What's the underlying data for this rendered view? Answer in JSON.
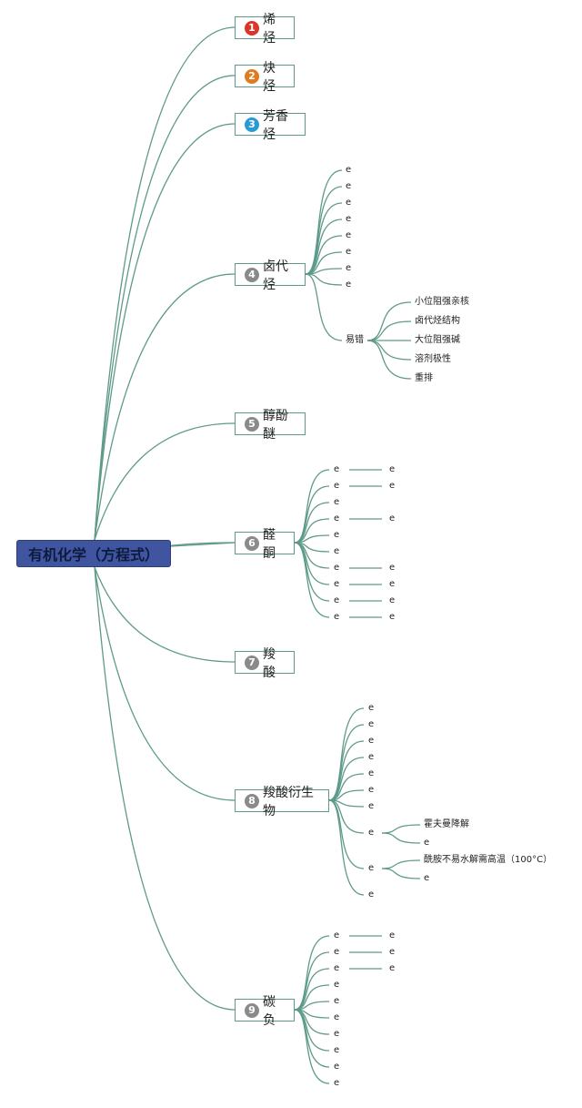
{
  "colors": {
    "edge": "#5e9a8a",
    "root_bg": "#3f55a0",
    "badge_red": "#d9352b",
    "badge_orange": "#e07b22",
    "badge_blue": "#2a9ad6",
    "badge_gray": "#8a8a8a"
  },
  "root": {
    "label": "有机化学（方程式）"
  },
  "branches": [
    {
      "num": "1",
      "label": "烯烃"
    },
    {
      "num": "2",
      "label": "炔烃"
    },
    {
      "num": "3",
      "label": "芳香烃"
    },
    {
      "num": "4",
      "label": "卤代烃"
    },
    {
      "num": "5",
      "label": "醇酚醚"
    },
    {
      "num": "6",
      "label": "醛酮"
    },
    {
      "num": "7",
      "label": "羧酸"
    },
    {
      "num": "8",
      "label": "羧酸衍生物"
    },
    {
      "num": "9",
      "label": "碳负"
    }
  ],
  "halide": {
    "leaf": "e",
    "easy_wrong": "易错",
    "easy_wrong_items": [
      "小位阻强亲核",
      "卤代烃结构",
      "大位阻强碱",
      "溶剂极性",
      "重排"
    ]
  },
  "aldehyde": {
    "leaf": "e"
  },
  "acid_deriv": {
    "leaf": "e",
    "sub1": "霍夫曼降解",
    "sub2": "酰胺不易水解需高温（100°C）"
  },
  "carbanion": {
    "leaf": "e"
  }
}
